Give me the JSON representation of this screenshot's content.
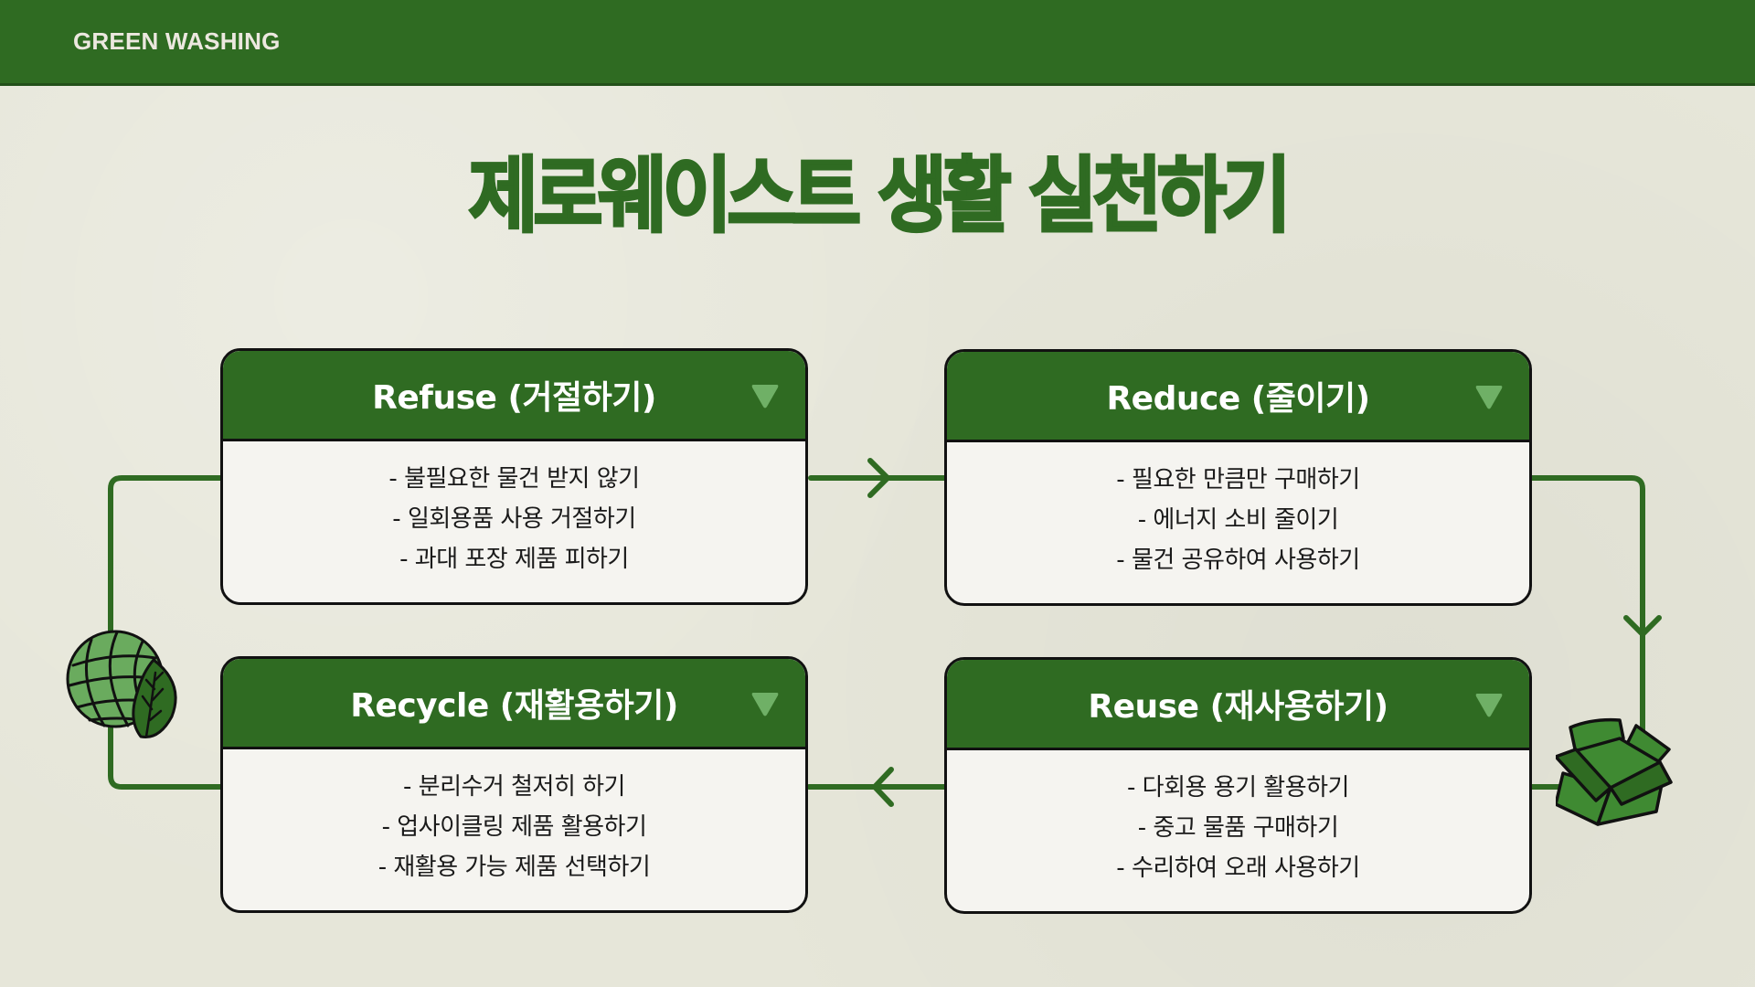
{
  "header": {
    "brand": "GREEN WASHING",
    "background_color": "#2f6b22"
  },
  "title": "제로웨이스트 생활 실천하기",
  "colors": {
    "primary_green": "#2f6b22",
    "light_green": "#6fb066",
    "card_body": "#f5f4f0",
    "background": "#e6e6d9",
    "text_dark": "#1a1a1a"
  },
  "cards": [
    {
      "title": "Refuse (거절하기)",
      "items": [
        "- 불필요한 물건 받지 않기",
        "- 일회용품 사용 거절하기",
        "- 과대 포장 제품 피하기"
      ],
      "toggle_icon": "triangle-down-icon"
    },
    {
      "title": "Reduce (줄이기)",
      "items": [
        "- 필요한 만큼만 구매하기",
        "- 에너지 소비 줄이기",
        "- 물건 공유하여 사용하기"
      ],
      "toggle_icon": "triangle-down-icon"
    },
    {
      "title": "Recycle (재활용하기)",
      "items": [
        "- 분리수거 철저히 하기",
        "- 업사이클링 제품 활용하기",
        "- 재활용 가능 제품 선택하기"
      ],
      "toggle_icon": "triangle-down-icon"
    },
    {
      "title": "Reuse (재사용하기)",
      "items": [
        "- 다회용 용기 활용하기",
        "- 중고 물품 구매하기",
        "- 수리하여 오래 사용하기"
      ],
      "toggle_icon": "triangle-down-icon"
    }
  ],
  "icons": {
    "left": "globe-leaf-icon",
    "right": "cardboard-box-icon"
  },
  "flow": [
    "Refuse",
    "Reduce",
    "Reuse",
    "Recycle"
  ]
}
